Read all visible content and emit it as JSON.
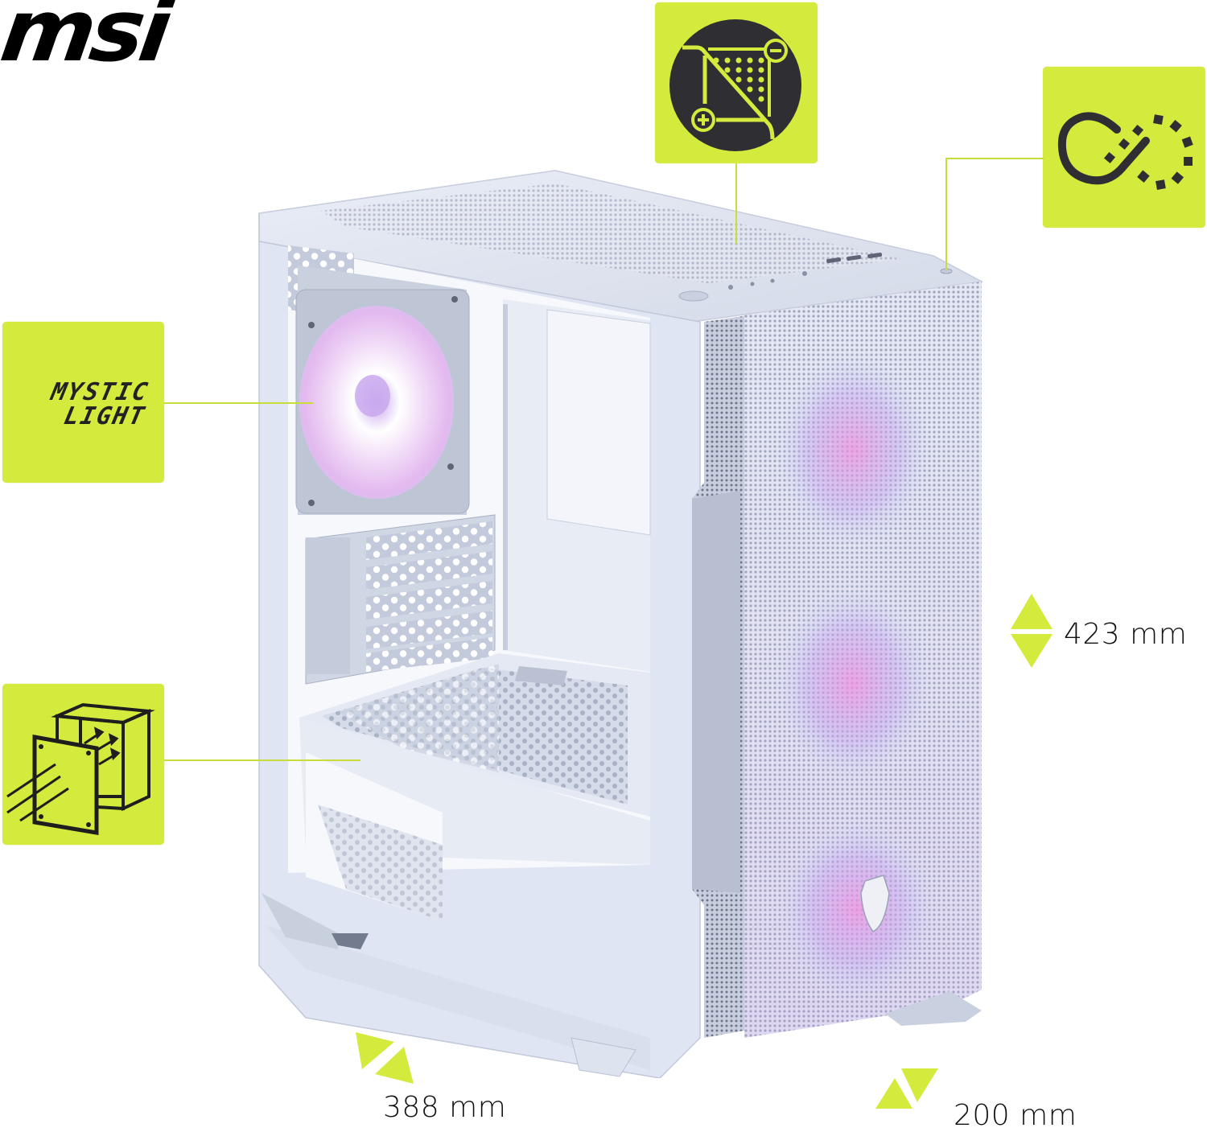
{
  "brand": {
    "logo_text": "msi"
  },
  "features": [
    {
      "id": "magnetic-dust-filter",
      "icon": "dust-filter-icon",
      "label": ""
    },
    {
      "id": "infinity-mirror",
      "icon": "infinity-loop-icon",
      "label": ""
    },
    {
      "id": "mystic-light",
      "icon": "mystic-light-icon",
      "label_line1": "MYSTIC",
      "label_line2": "LIGHT"
    },
    {
      "id": "tool-free-side-panel",
      "icon": "side-panel-airflow-icon",
      "label": ""
    }
  ],
  "dimensions": {
    "height": {
      "value": "423 mm",
      "icon": "height-arrows-icon"
    },
    "depth": {
      "value": "388 mm",
      "icon": "depth-arrows-icon"
    },
    "width": {
      "value": "200 mm",
      "icon": "width-arrows-icon"
    }
  },
  "colors": {
    "accent": "#d4ea3c",
    "icon_dark": "#2f2f33",
    "case_body": "#dfe5f2",
    "case_shadow": "#b9c2d6",
    "rgb_pink": "#f0a6e8",
    "rgb_violet": "#b9a8f5"
  },
  "product": {
    "type": "PC tower case (white, mesh front, RGB fans)"
  }
}
